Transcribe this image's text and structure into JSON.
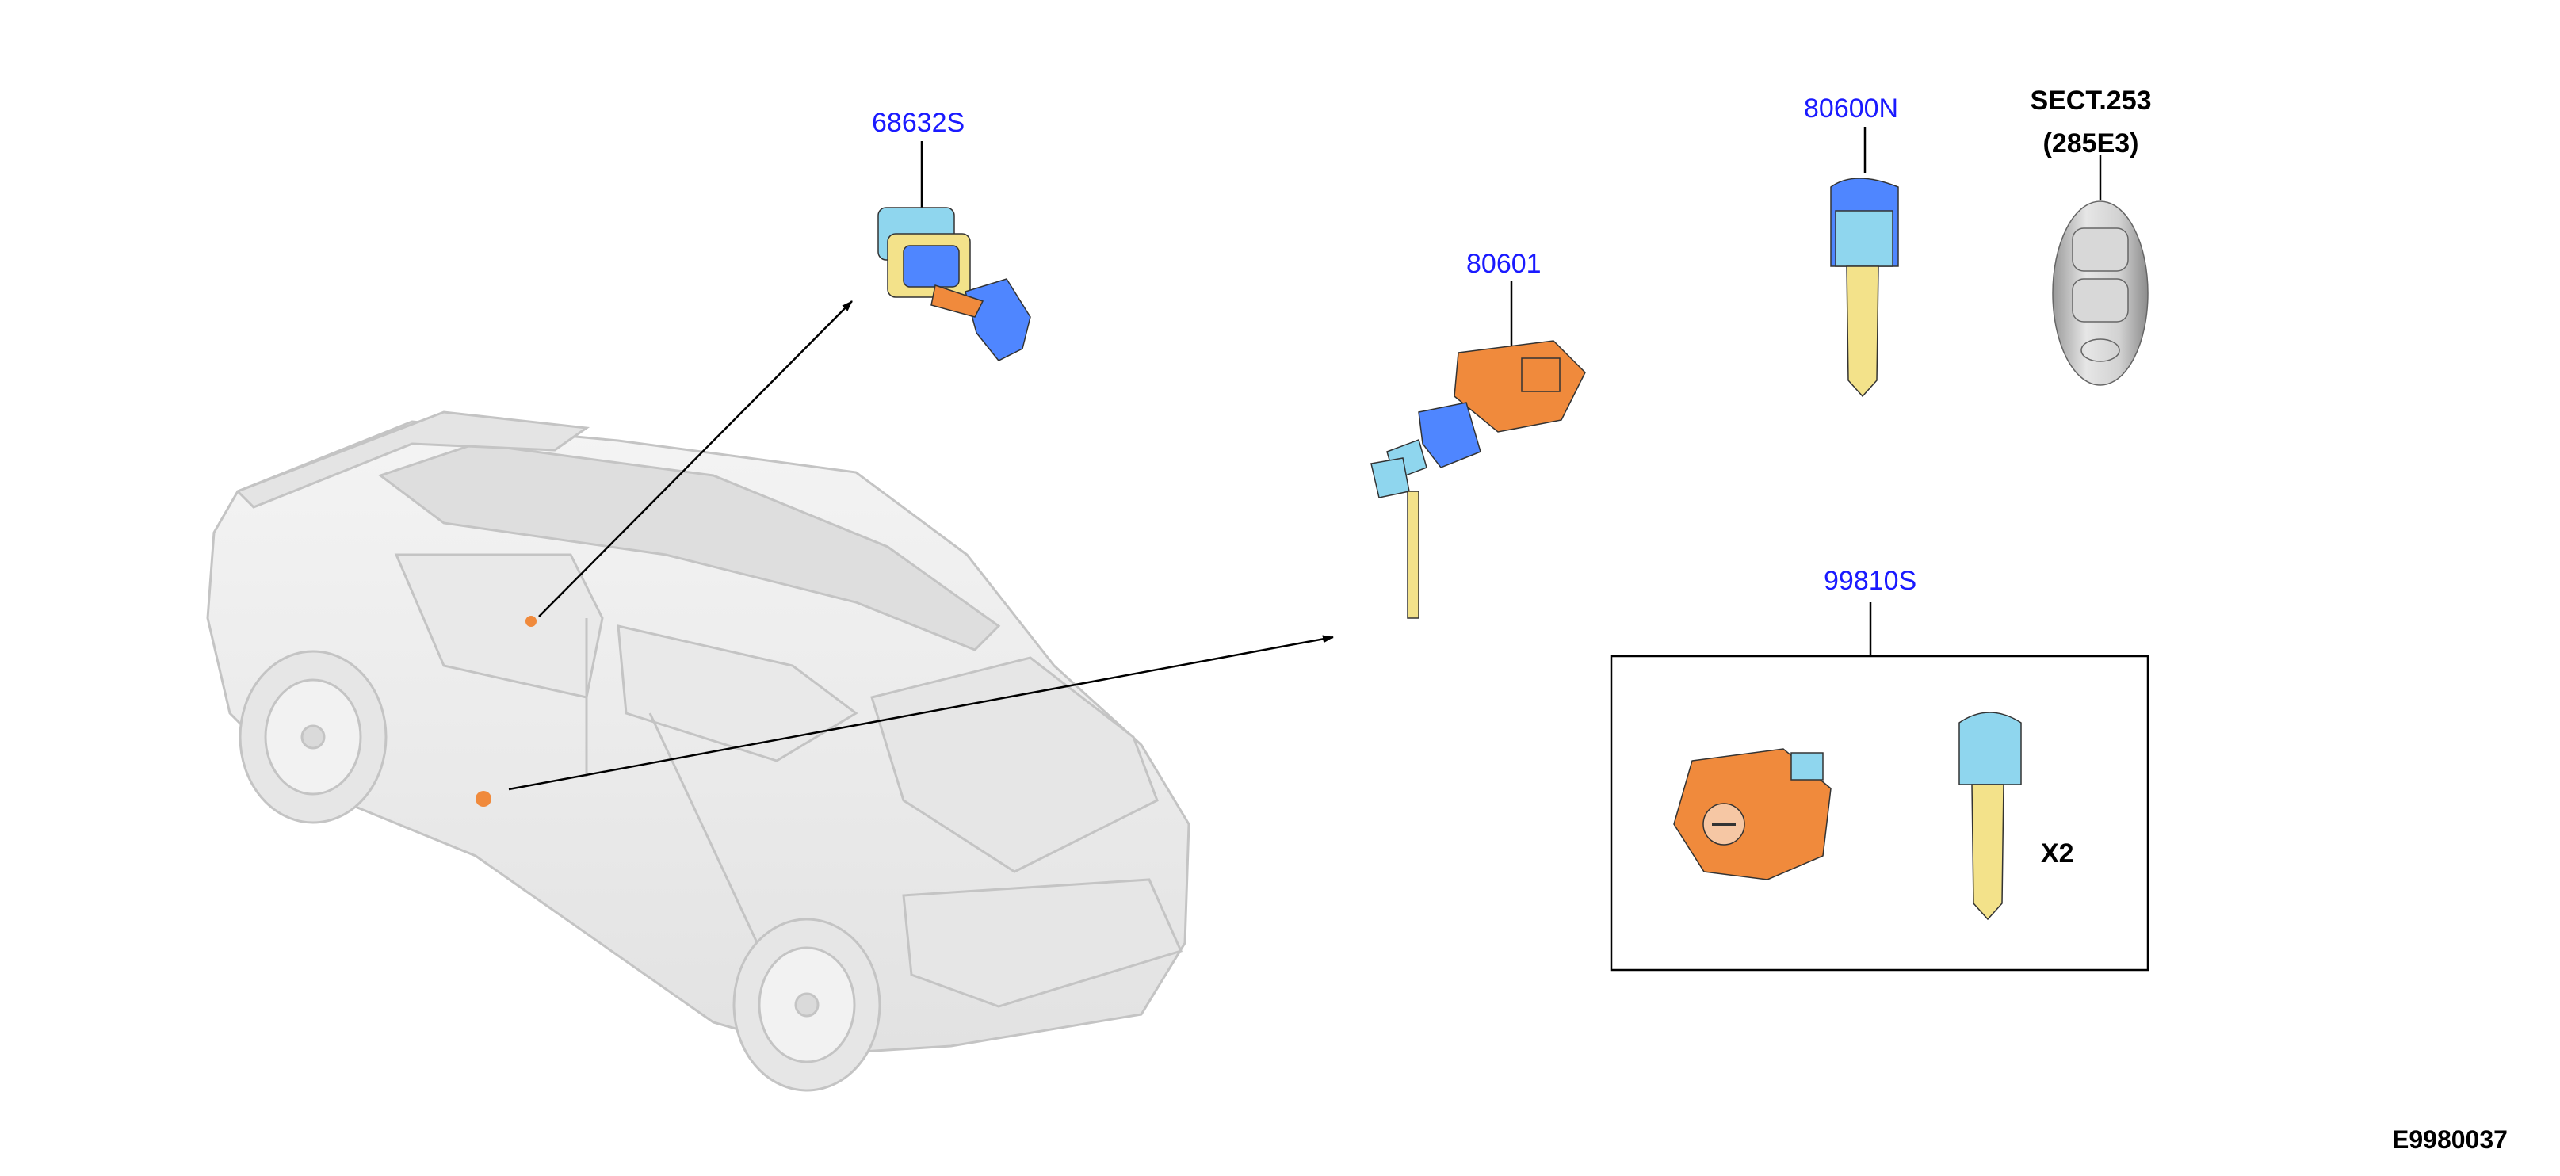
{
  "callouts": {
    "lock_cylinder_set_right": "68632S",
    "lock_cylinder_key_set": "80601",
    "blank_key": "80600N",
    "intelligent_key_sect_line1": "SECT.253",
    "intelligent_key_sect_line2": "(285E3)",
    "cylinder_kit": "99810S"
  },
  "kit": {
    "quantity_label": "X2"
  },
  "figure_id": "E9980037",
  "colors": {
    "part_number_text": "#1a1aff",
    "cylinder_orange": "#f08a3c",
    "cylinder_blue": "#4f86ff",
    "key_blade_yellow": "#f3e28a",
    "key_head_cyan": "#8fd6ee",
    "car_body": "#ececec",
    "remote_silver": "#c9c9c9"
  }
}
